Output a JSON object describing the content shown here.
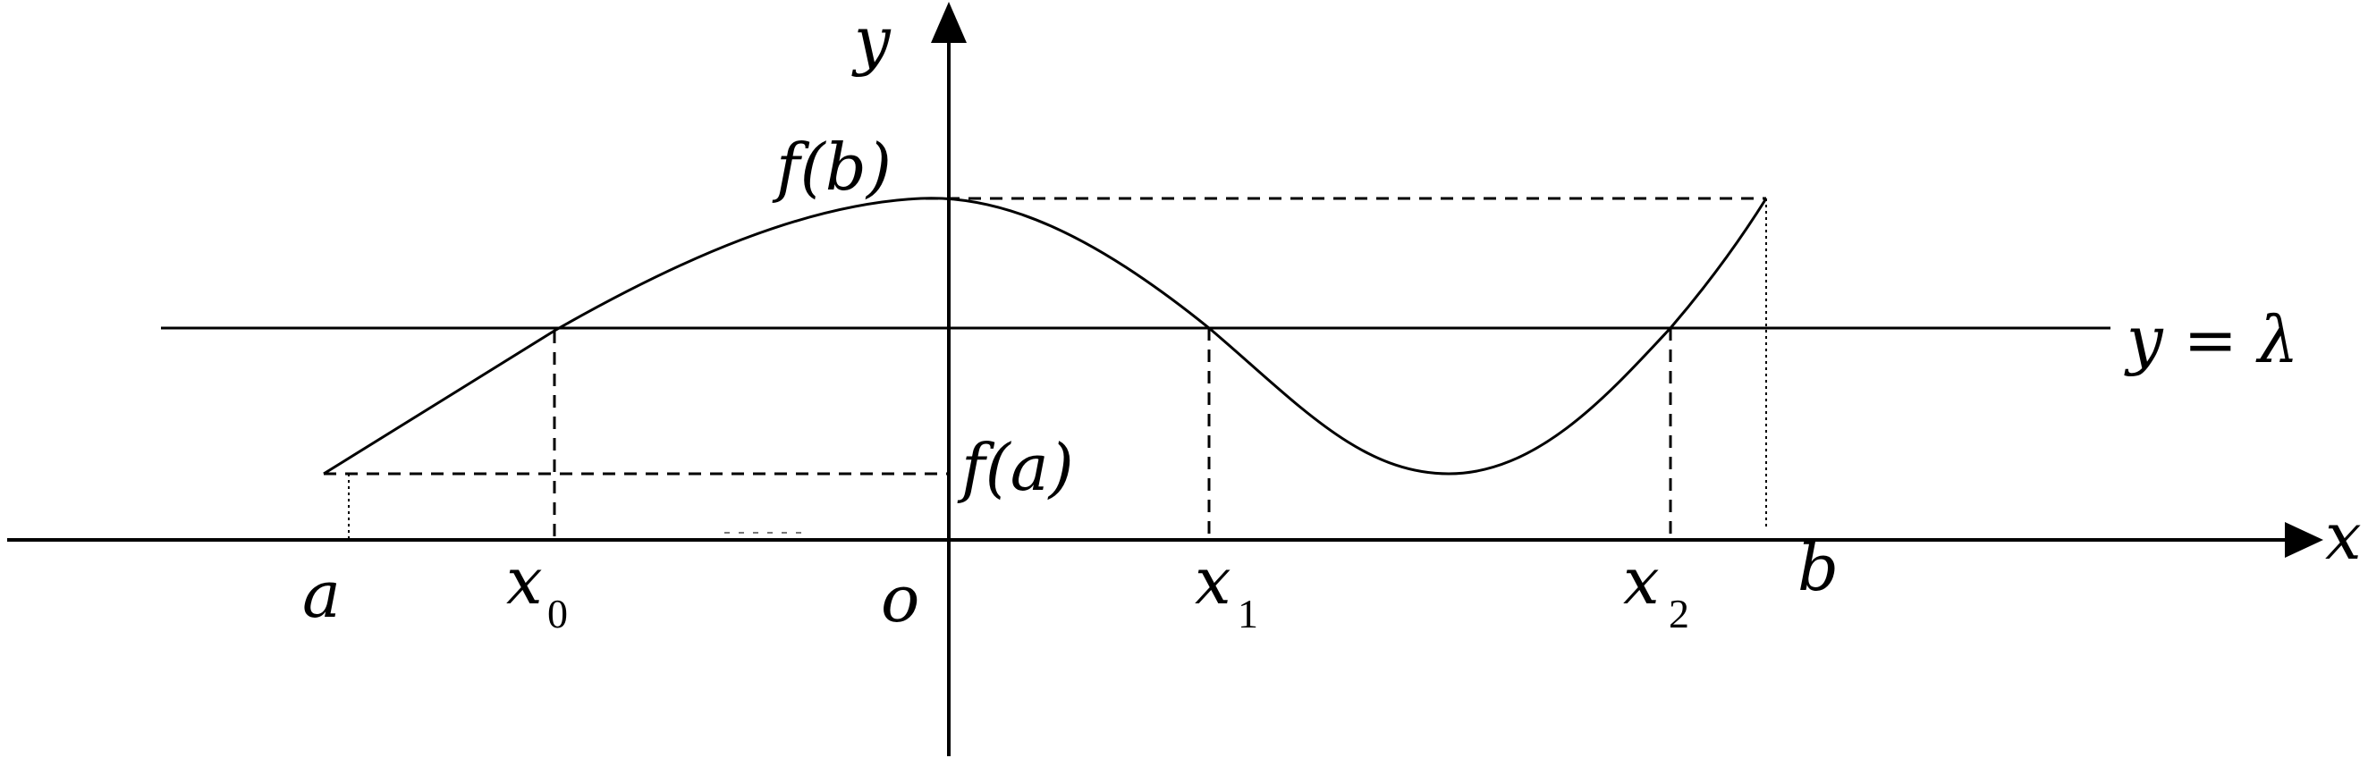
{
  "axes": {
    "x_label": "x",
    "y_label": "y",
    "origin_label": "o"
  },
  "points": {
    "a": "a",
    "x0_main": "x",
    "x0_sub": "0",
    "x1_main": "x",
    "x1_sub": "1",
    "x2_main": "x",
    "x2_sub": "2",
    "b": "b"
  },
  "values": {
    "fb": "f(b)",
    "fa": "f(a)"
  },
  "line": {
    "label": "y = λ"
  }
}
